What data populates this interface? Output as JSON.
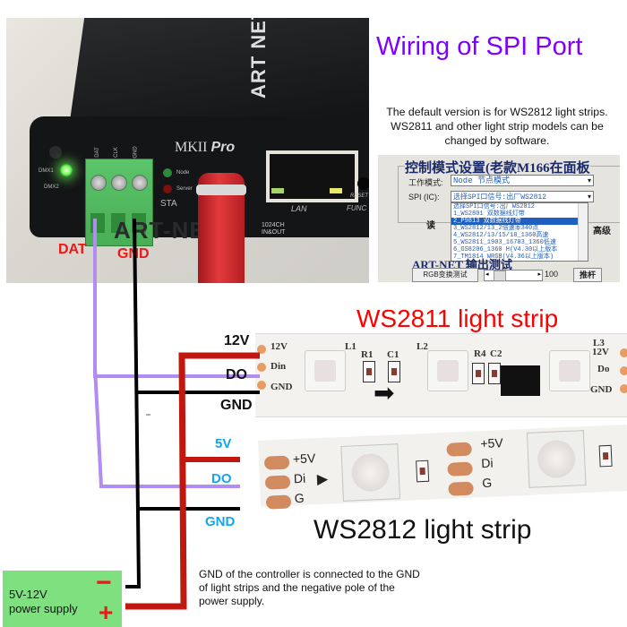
{
  "title": "Wiring of SPI Port",
  "note_top": "The default version is for WS2812 light strips. WS2811 and other light strip models can be changed by software.",
  "note_bottom": "GND of the controller is connected to the GND of light strips and the negative pole of the power supply.",
  "controller": {
    "brand": "ART NET",
    "model": "MKII",
    "model_suffix": "Pro",
    "terminal_pins": [
      "DAT",
      "CLK",
      "GND"
    ],
    "leds": {
      "dmx1": "DMX1",
      "dmx2": "DMX2",
      "node": "Node",
      "server": "Server"
    },
    "sta_label": "STA",
    "lan_label": "LAN",
    "reset_label": "RESET",
    "func_label": "FUNC",
    "front_mark": "ART-NET",
    "channel_label": "1024CH IN&OUT",
    "dat_label": "DAT",
    "gnd_label": "GND"
  },
  "software": {
    "title": "控制模式设置(老款M166在面板",
    "mode_label": "工作模式:",
    "mode_value": "Node 节点模式",
    "spi_label": "SPI (IC):",
    "spi_value": "选择SPI口信号:出厂WS2812",
    "dropdown_options": [
      "选择SPI口信号:出厂WS2812",
      "1_WS2801  双数据线灯带",
      "2_P9813   双数据线灯带",
      "3_WS2812/13_2倍速率340点",
      "4_WS2812/13/15/18_1360高速",
      "5_WS2811_1903_16703_1360低速",
      "6_GS8206_1360 H(V4.30以上版本",
      "7_TM1814 WRGB(V4.36以上版本)"
    ],
    "selected_option_index": 2,
    "read_label": "读",
    "advanced_label": "高级",
    "artnet_test_label": "ART-NET 输出测试",
    "rgb_test_button": "RGB变换测试",
    "slider_value": "100",
    "push_button": "推杆"
  },
  "ws2811": {
    "title": "WS2811 light strip",
    "wire_labels": [
      "12V",
      "DO",
      "GND"
    ],
    "pads_in": [
      "12V",
      "Din",
      "GND"
    ],
    "pads_out": [
      "12V",
      "Do",
      "GND"
    ],
    "parts": [
      "L1",
      "R1",
      "C1",
      "L2",
      "R4",
      "C2",
      "L3"
    ]
  },
  "ws2812": {
    "title": "WS2812 light strip",
    "wire_labels": [
      "5V",
      "DO",
      "GND"
    ],
    "pads": [
      "+5V",
      "Di",
      "G"
    ]
  },
  "psu": {
    "label_line1": "5V-12V",
    "label_line2": "power supply",
    "minus": "−",
    "plus": "+"
  },
  "colors": {
    "title": "#8000ff",
    "ws2811_title": "#ff0000",
    "wire_red": "#c0170f",
    "wire_purple": "#b18cf2",
    "wire_black": "#000000",
    "label_blue": "#12a6ef",
    "psu_green": "#7ee07f"
  }
}
